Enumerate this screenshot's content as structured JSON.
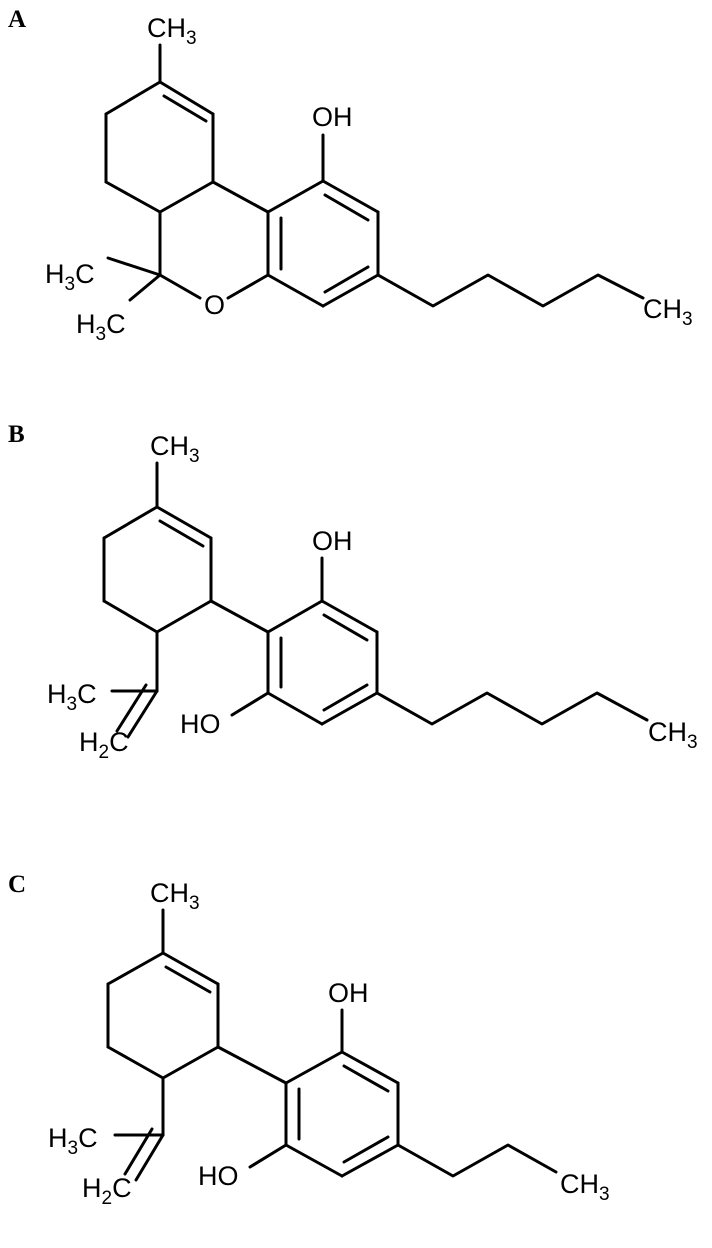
{
  "panels": [
    {
      "letter": "A",
      "atoms": {
        "methyl_top": "CH",
        "methyl_top_sub": "3",
        "hydroxyl": "OH",
        "oxygen": "O",
        "gem_methyl_1": "H",
        "gem_methyl_1_sub": "3",
        "gem_methyl_1_tail": "C",
        "gem_methyl_2": "H",
        "gem_methyl_2_sub": "3",
        "gem_methyl_2_tail": "C",
        "chain_end": "CH",
        "chain_end_sub": "3"
      }
    },
    {
      "letter": "B",
      "atoms": {
        "methyl_top": "CH",
        "methyl_top_sub": "3",
        "hydroxyl_top": "OH",
        "hydroxyl_bottom": "HO",
        "isopropenyl_methyl": "H",
        "isopropenyl_methyl_sub": "3",
        "isopropenyl_methyl_tail": "C",
        "isopropenyl_methylene": "H",
        "isopropenyl_methylene_sub": "2",
        "isopropenyl_methylene_tail": "C",
        "chain_end": "CH",
        "chain_end_sub": "3"
      }
    },
    {
      "letter": "C",
      "atoms": {
        "methyl_top": "CH",
        "methyl_top_sub": "3",
        "hydroxyl_top": "OH",
        "hydroxyl_bottom": "HO",
        "isopropenyl_methyl": "H",
        "isopropenyl_methyl_sub": "3",
        "isopropenyl_methyl_tail": "C",
        "isopropenyl_methylene": "H",
        "isopropenyl_methylene_sub": "2",
        "isopropenyl_methylene_tail": "C",
        "chain_end": "CH",
        "chain_end_sub": "3"
      }
    }
  ]
}
